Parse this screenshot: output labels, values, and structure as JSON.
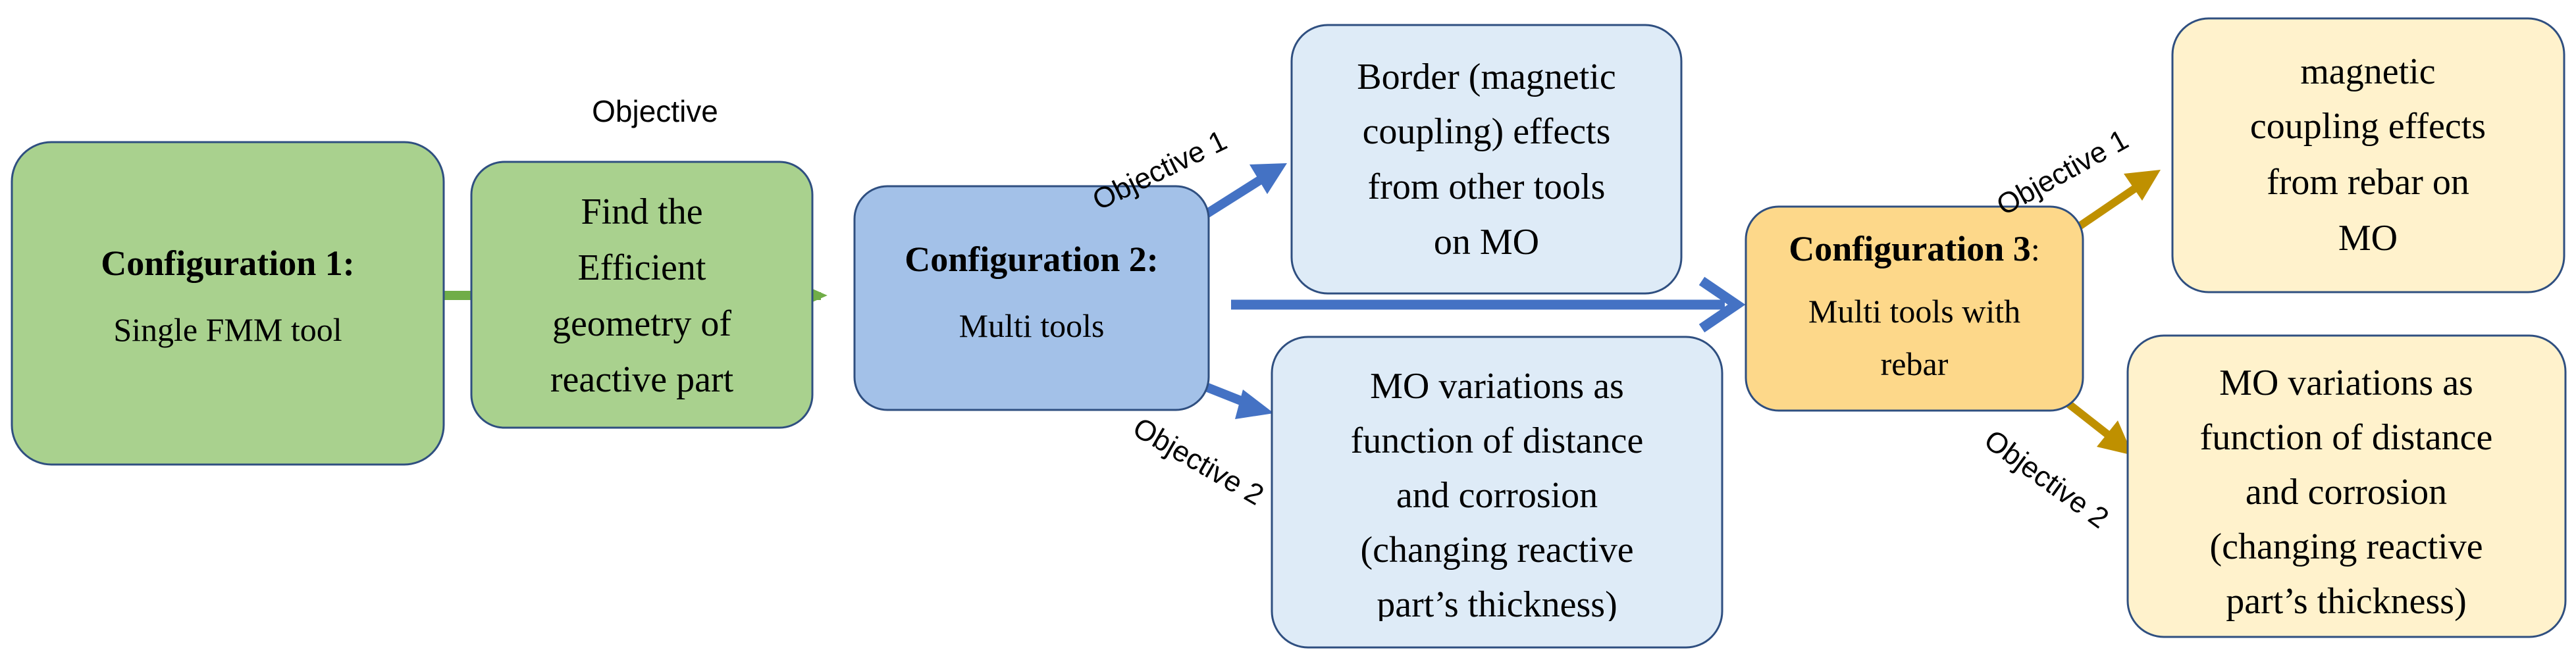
{
  "objective_heading": "Objective",
  "colors": {
    "green_fill": "#a9d18e",
    "blue_fill": "#a3c1e8",
    "blue_light": "#deebf7",
    "yellow_fill": "#fdd88a",
    "yellow_light": "#fff2cc",
    "border": "#2f4f80",
    "green_arrow": "#70ad47",
    "blue_arrow": "#4472c4",
    "gold_arrow": "#bf9000"
  },
  "config1": {
    "title": "Configuration 1:",
    "subtitle": "Single FMM tool"
  },
  "efficient_box": {
    "lines": [
      "Find the",
      "Efficient",
      "geometry of",
      "reactive part"
    ]
  },
  "config2": {
    "title": "Configuration 2:",
    "subtitle": "Multi tools",
    "objective1_label": "Objective 1",
    "objective2_label": "Objective 2"
  },
  "border_box": {
    "lines": [
      "Border (magnetic",
      "coupling) effects",
      "from other tools",
      "on MO"
    ]
  },
  "mo_box_1": {
    "lines": [
      "MO variations as",
      "function of distance",
      "and corrosion",
      "(changing reactive",
      "part’s thickness)"
    ]
  },
  "config3": {
    "title_bold": "Configuration 3",
    "title_colon": ":",
    "subtitle_lines": [
      "Multi tools with",
      "rebar"
    ],
    "objective1_label": "Objective 1",
    "objective2_label": "Objective 2"
  },
  "rebar_box": {
    "lines": [
      "magnetic",
      "coupling effects",
      "from rebar on",
      "MO"
    ]
  },
  "mo_box_2": {
    "lines": [
      "MO variations as",
      "function of distance",
      "and corrosion",
      "(changing reactive",
      "part’s thickness)"
    ]
  }
}
